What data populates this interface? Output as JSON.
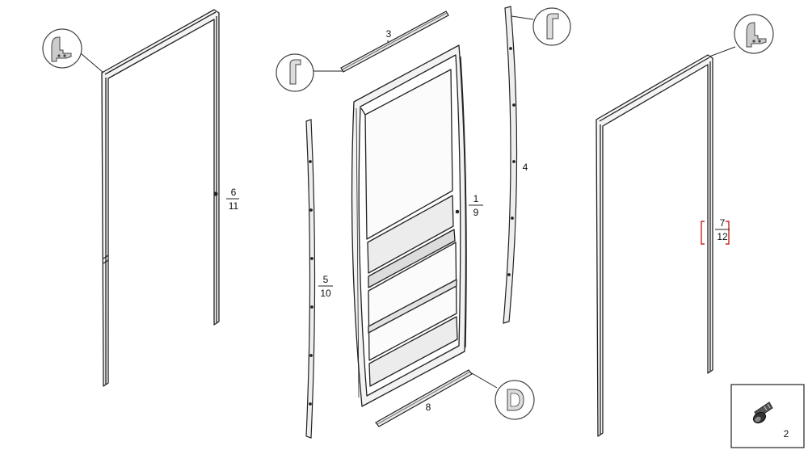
{
  "diagram": {
    "callouts": {
      "part_1": "1",
      "part_9": "9",
      "part_3": "3",
      "part_4": "4",
      "part_5": "5",
      "part_10": "10",
      "part_6": "6",
      "part_11": "11",
      "part_7": "7",
      "part_12": "12",
      "part_8": "8",
      "part_2": "2"
    },
    "profile_icons": [
      "seal-profile-icon",
      "clip-profile-icon",
      "clip-profile-icon",
      "seal-profile-icon",
      "d-profile-icon"
    ],
    "highlight_color": "#cc2222",
    "line_color": "#222222"
  }
}
